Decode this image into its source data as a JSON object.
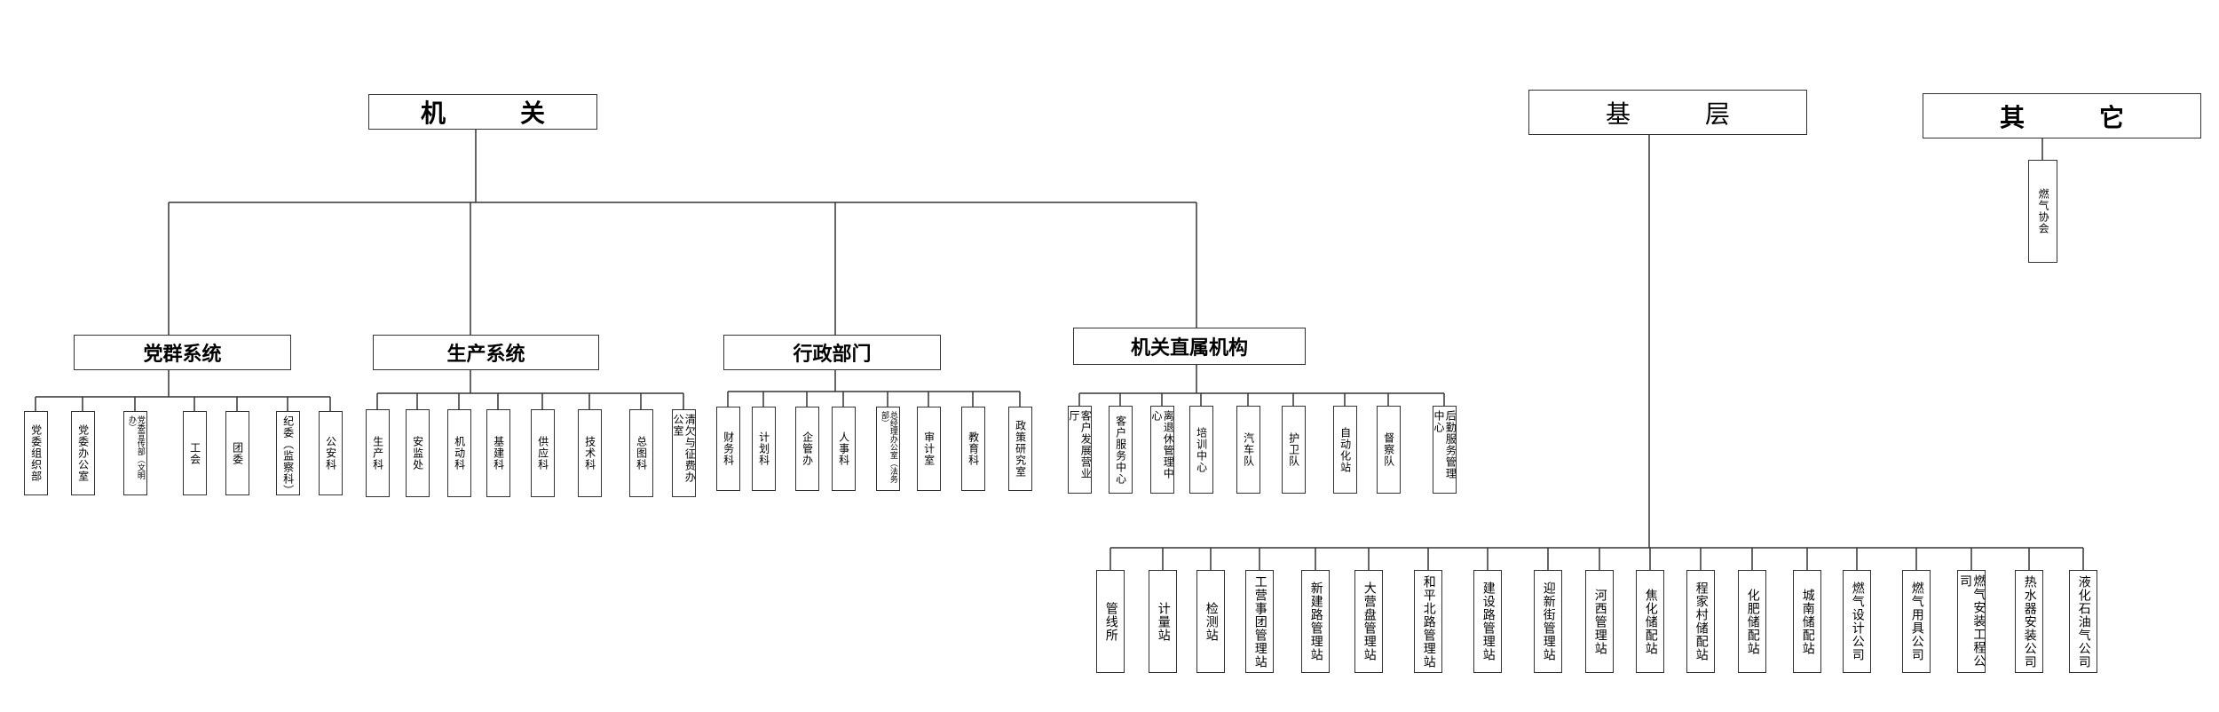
{
  "top": {
    "jiguan": "机　关",
    "jiceng": "基　层",
    "qita": "其　它"
  },
  "qita_child": "燃气协会",
  "systems": [
    {
      "name": "党群系统",
      "children": [
        "党委组织部",
        "党委办公室",
        "党委宣传部（文明办）",
        "工会",
        "团委",
        "纪委（监察科）",
        "公安科"
      ]
    },
    {
      "name": "生产系统",
      "children": [
        "生产科",
        "安监处",
        "机动科",
        "基建科",
        "供应科",
        "技术科",
        "总图科",
        "清欠与征费办公室"
      ]
    },
    {
      "name": "行政部门",
      "children": [
        "财务科",
        "计划科",
        "企管办",
        "人事科",
        "总经理办公室（法务部）",
        "审计室",
        "教育科",
        "政策研究室"
      ]
    },
    {
      "name": "机关直属机构",
      "children": [
        "客户发展营业厅",
        "客户服务中心",
        "离退休管理中心",
        "培训中心",
        "汽车队",
        "护卫队",
        "自动化站",
        "督察队",
        "后勤服务管理中心"
      ]
    }
  ],
  "base_children": [
    "管线所",
    "计量站",
    "检测站",
    "工营事团管理站",
    "新建路管理站",
    "大营盘管理站",
    "和平北路管理站",
    "建设路管理站",
    "迎新街管理站",
    "河西管理站",
    "焦化储配站",
    "程家村储配站",
    "化肥储配站",
    "城南储配站",
    "燃气设计公司",
    "燃气用具公司",
    "燃气安装工程公司",
    "热水器安装公司",
    "液化石油气公司"
  ]
}
